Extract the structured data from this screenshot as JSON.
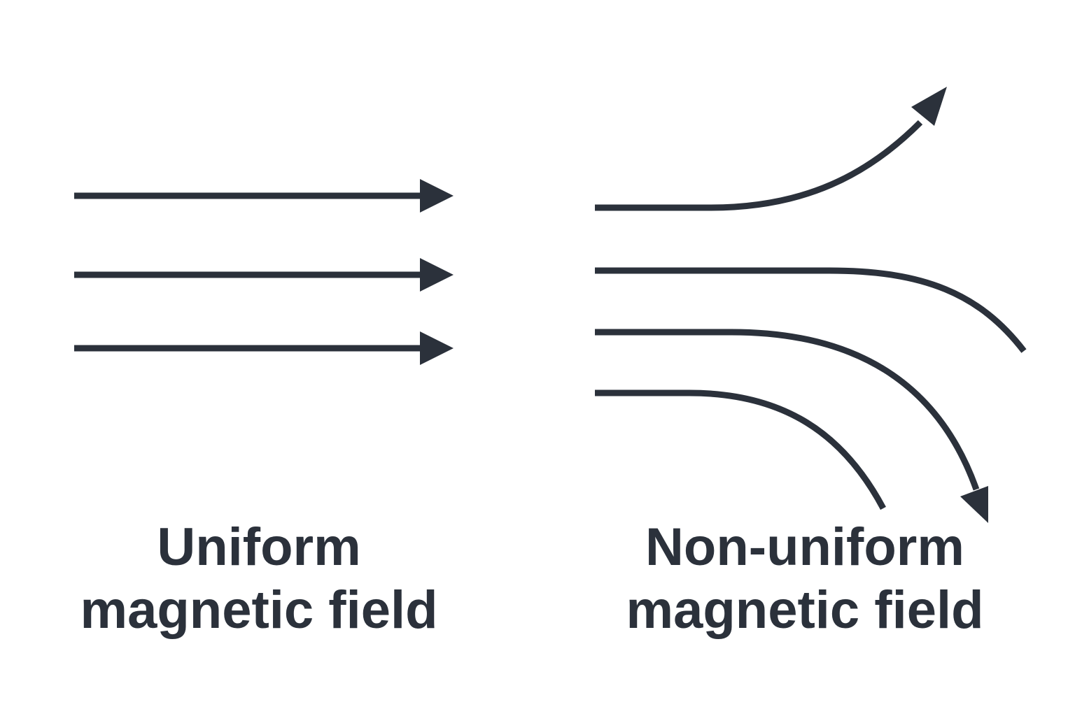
{
  "colors": {
    "stroke": "#2b313b",
    "background": "#ffffff"
  },
  "uniform": {
    "label_line1": "Uniform",
    "label_line2": "magnetic field",
    "line_count": 3
  },
  "non_uniform": {
    "label_line1": "Non-uniform",
    "label_line2": "magnetic field",
    "line_count": 4
  }
}
